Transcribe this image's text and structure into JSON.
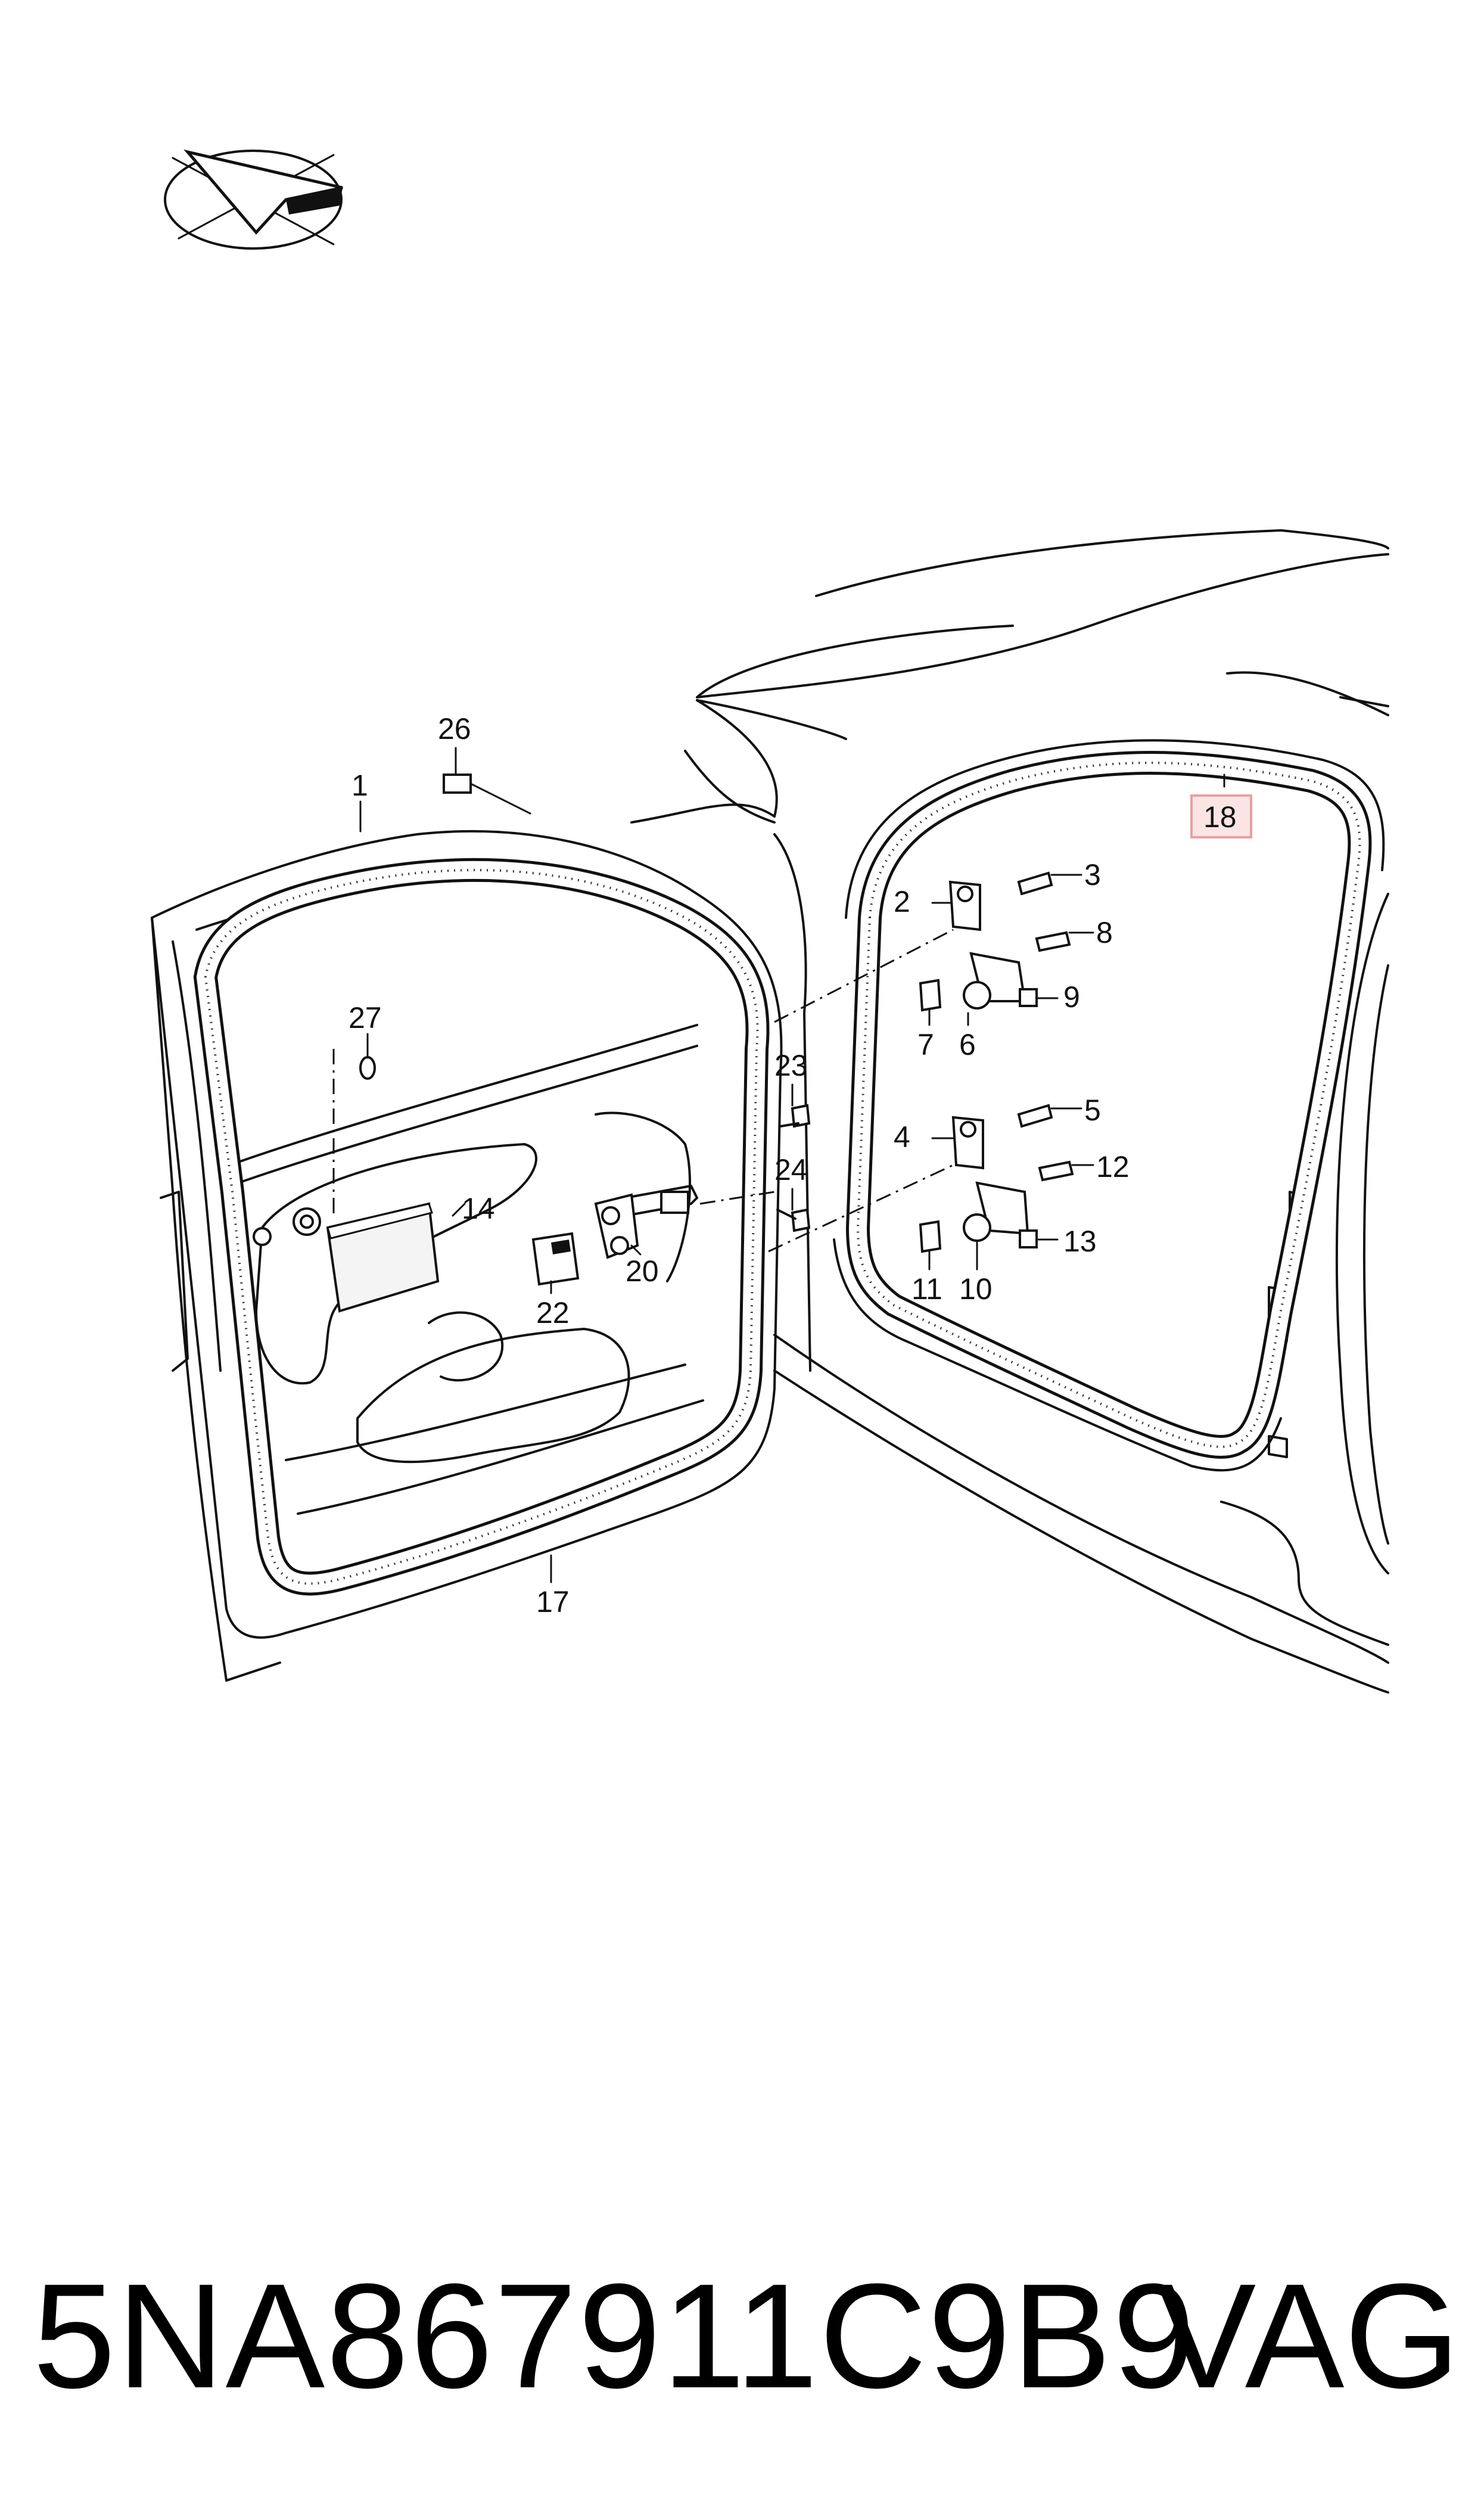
{
  "callouts": {
    "c1": "1",
    "c2": "2",
    "c3": "3",
    "c4": "4",
    "c5": "5",
    "c6": "6",
    "c7": "7",
    "c8": "8",
    "c9": "9",
    "c10": "10",
    "c11": "11",
    "c12": "12",
    "c13": "13",
    "c14": "14",
    "c17": "17",
    "c18": "18",
    "c20": "20",
    "c22": "22",
    "c23": "23",
    "c24": "24",
    "c26": "26",
    "c27": "27"
  },
  "highlight_color": "#e8a0a0",
  "footer": {
    "part_number": "5NA867911C9B9",
    "brand": "VAG"
  }
}
